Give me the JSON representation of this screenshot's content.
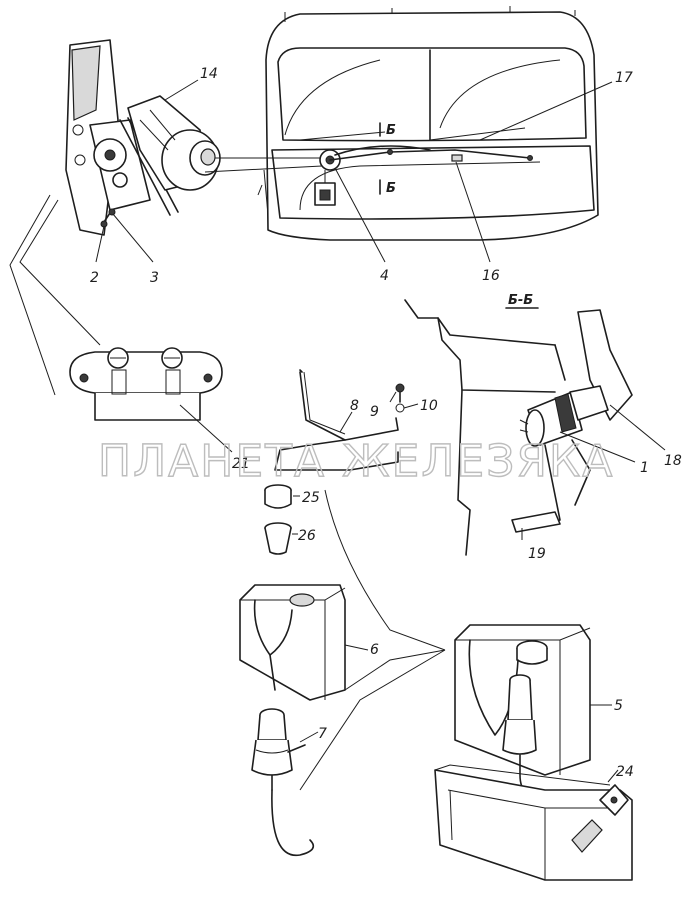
{
  "watermark": "ПЛАНЕТА ЖЕЛЕЗЯКА",
  "section_title": "Б-Б",
  "section_marks": [
    "Б",
    "Б"
  ],
  "callouts": [
    "14",
    "2",
    "3",
    "17",
    "4",
    "16",
    "21",
    "8",
    "9",
    "10",
    "18",
    "1",
    "19",
    "25",
    "26",
    "6",
    "7",
    "5",
    "24"
  ]
}
